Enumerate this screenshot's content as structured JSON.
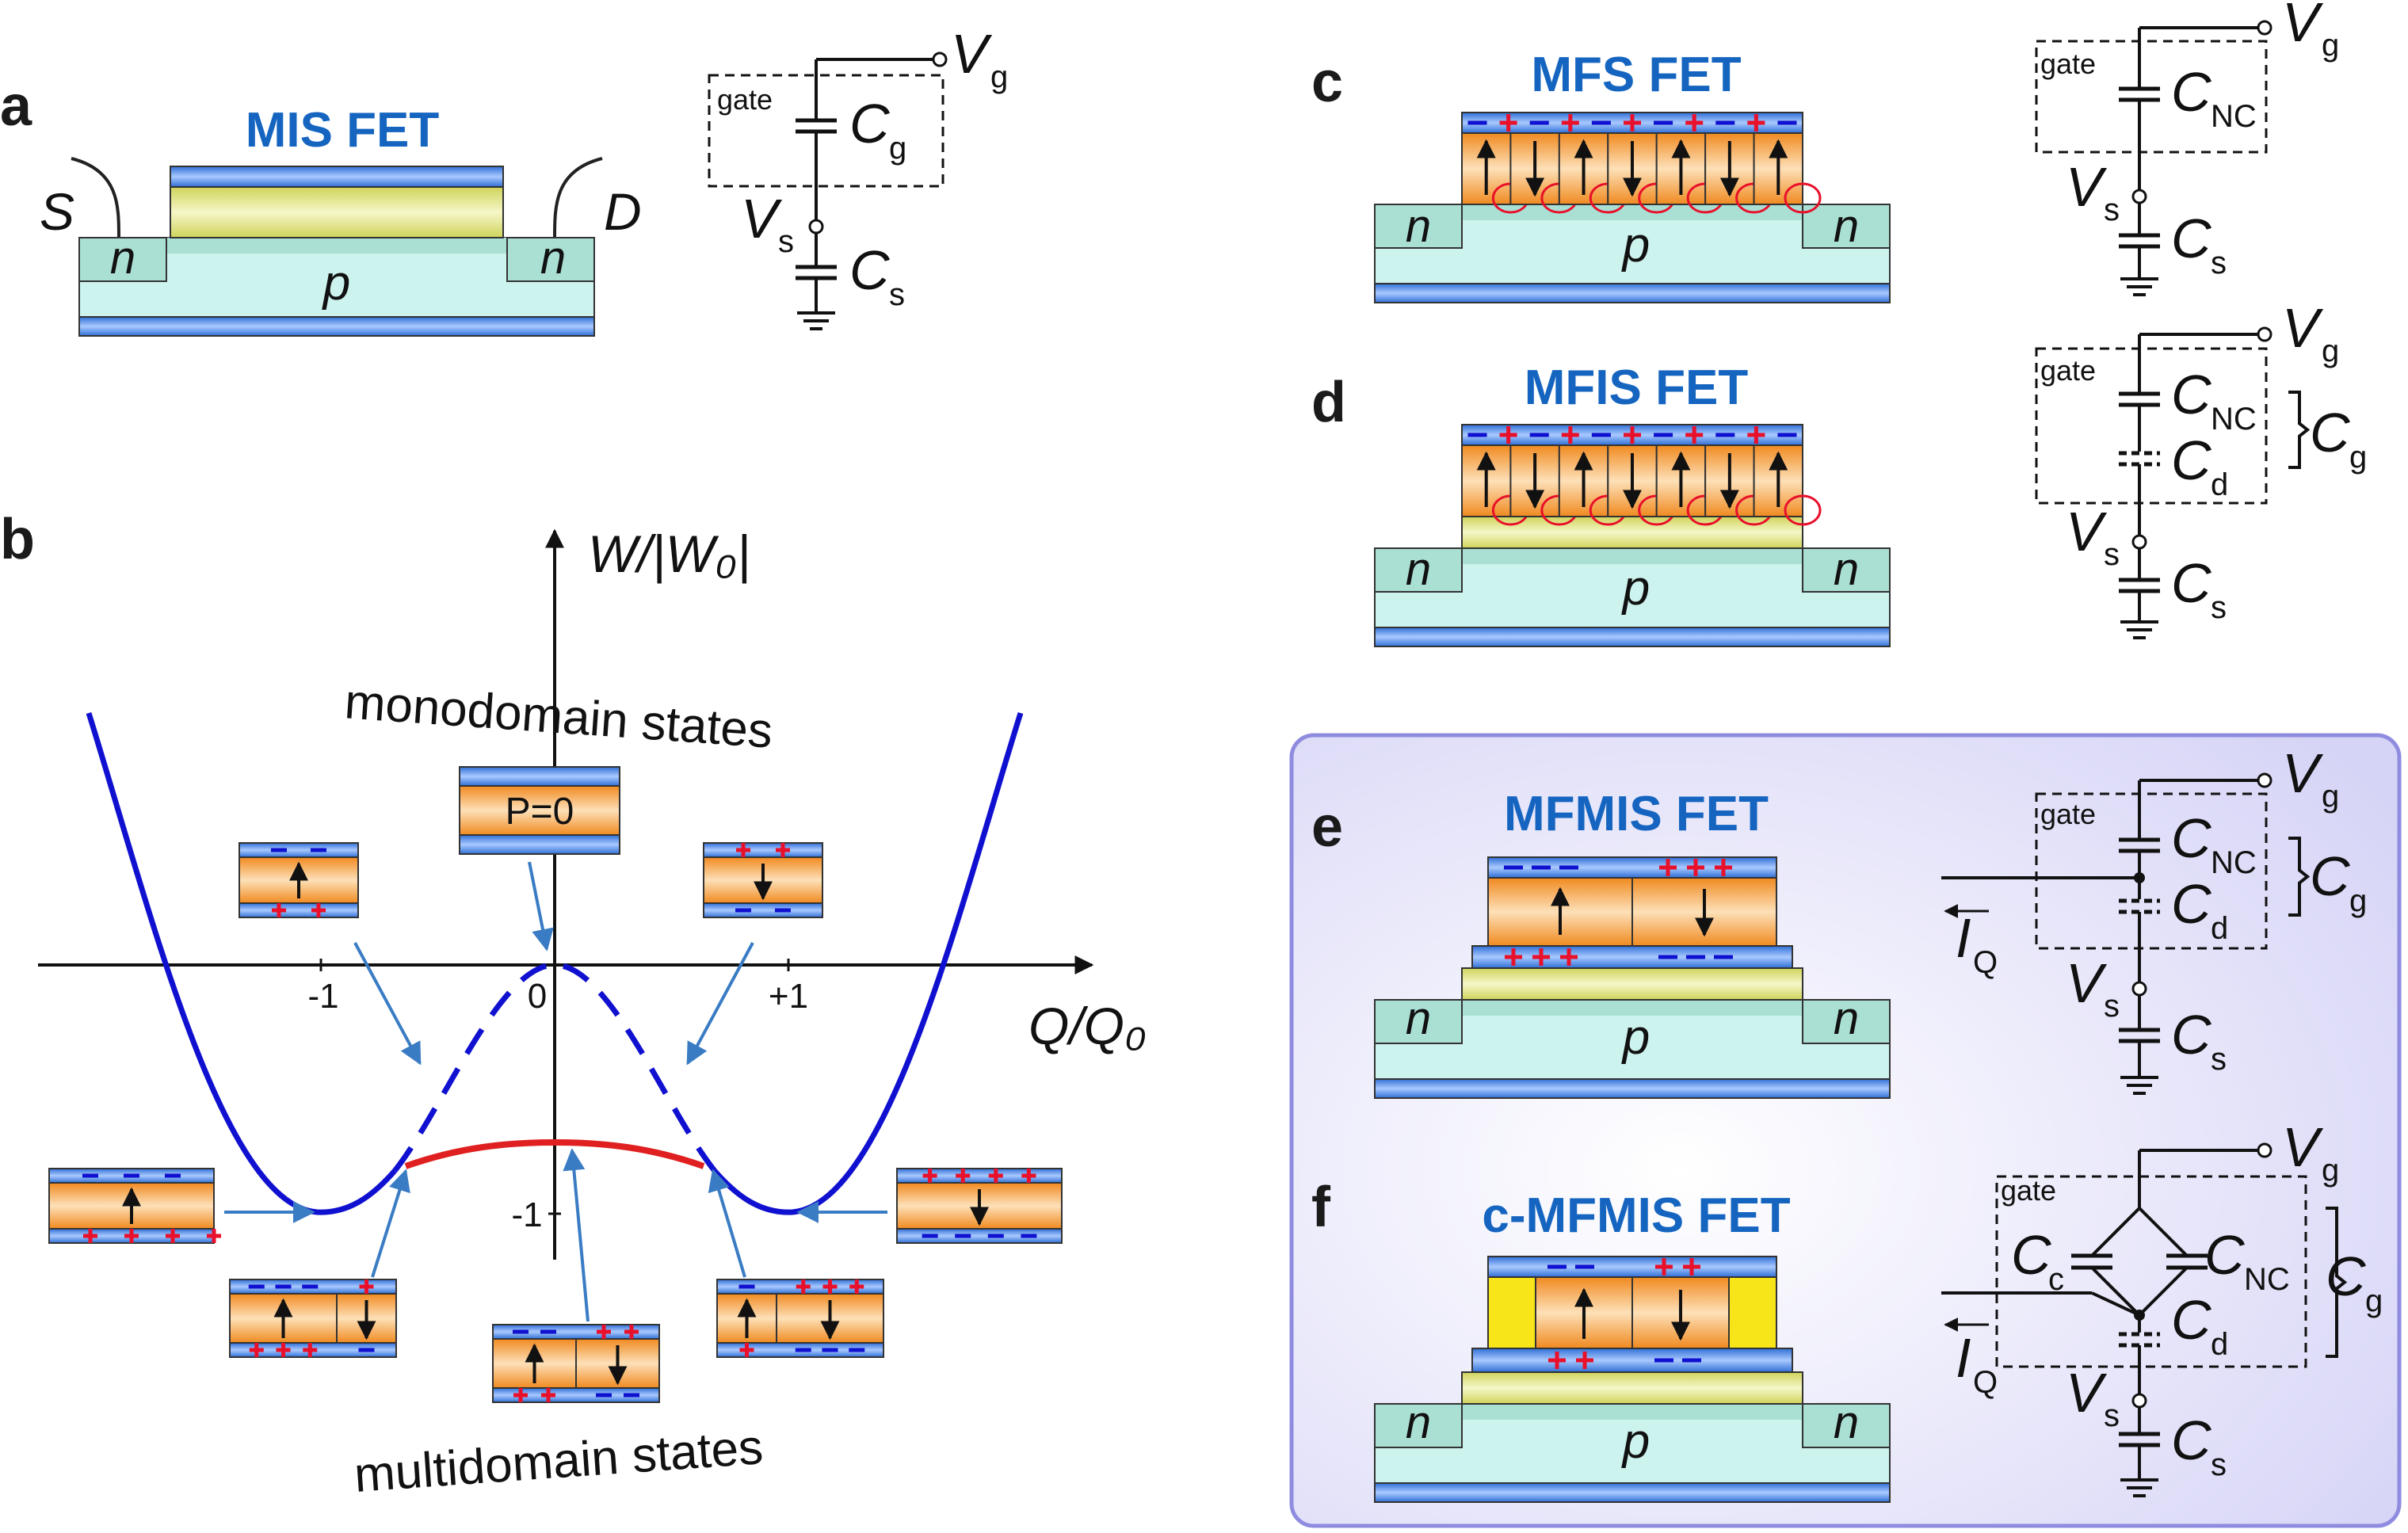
{
  "panels": {
    "a": {
      "letter": "a",
      "title": "MIS FET",
      "source": "S",
      "drain": "D",
      "n": "n",
      "p": "p",
      "circuit": {
        "gate": "gate",
        "vg": "V",
        "vg_sub": "g",
        "cg": "C",
        "cg_sub": "g",
        "vs": "V",
        "vs_sub": "s",
        "cs": "C",
        "cs_sub": "s"
      }
    },
    "b": {
      "letter": "b",
      "y_axis": "W/|W₀|",
      "x_axis": "Q/Q₀",
      "x_ticks": [
        "-1",
        "0",
        "+1"
      ],
      "y_ticks": [
        "-1"
      ],
      "mono_label": "monodomain states",
      "multi_label": "multidomain states",
      "p_zero": "P=0"
    },
    "c": {
      "letter": "c",
      "title": "MFS FET",
      "n": "n",
      "p": "p",
      "circuit": {
        "gate": "gate",
        "vg": "V",
        "vg_sub": "g",
        "cnc": "C",
        "cnc_sub": "NC",
        "vs": "V",
        "vs_sub": "s",
        "cs": "C",
        "cs_sub": "s"
      }
    },
    "d": {
      "letter": "d",
      "title": "MFIS FET",
      "n": "n",
      "p": "p",
      "circuit": {
        "gate": "gate",
        "vg": "V",
        "vg_sub": "g",
        "cnc": "C",
        "cnc_sub": "NC",
        "cd": "C",
        "cd_sub": "d",
        "cg": "C",
        "cg_sub": "g",
        "vs": "V",
        "vs_sub": "s",
        "cs": "C",
        "cs_sub": "s"
      }
    },
    "e": {
      "letter": "e",
      "title": "MFMIS FET",
      "n": "n",
      "p": "p",
      "circuit": {
        "gate": "gate",
        "vg": "V",
        "vg_sub": "g",
        "cnc": "C",
        "cnc_sub": "NC",
        "cd": "C",
        "cd_sub": "d",
        "cg": "C",
        "cg_sub": "g",
        "iq": "I",
        "iq_sub": "Q",
        "vs": "V",
        "vs_sub": "s",
        "cs": "C",
        "cs_sub": "s"
      }
    },
    "f": {
      "letter": "f",
      "title": "c-MFMIS FET",
      "n": "n",
      "p": "p",
      "circuit": {
        "gate": "gate",
        "vg": "V",
        "vg_sub": "g",
        "cc": "C",
        "cc_sub": "c",
        "cnc": "C",
        "cnc_sub": "NC",
        "cd": "C",
        "cd_sub": "d",
        "cg": "C",
        "cg_sub": "g",
        "iq": "I",
        "iq_sub": "Q",
        "vs": "V",
        "vs_sub": "s",
        "cs": "C",
        "cs_sub": "s"
      }
    }
  },
  "colors": {
    "metal": "#4a86e0",
    "insulator": "#d9dc7a",
    "ferro": "#f39a35",
    "substrate": "#cdf3ef",
    "ndoped": "#aadfd4",
    "curve": "#1010d0",
    "multi_curve": "#e02020",
    "title": "#1565c0",
    "arrow": "#3a7cc4",
    "highlight": "#e6e6fa"
  }
}
